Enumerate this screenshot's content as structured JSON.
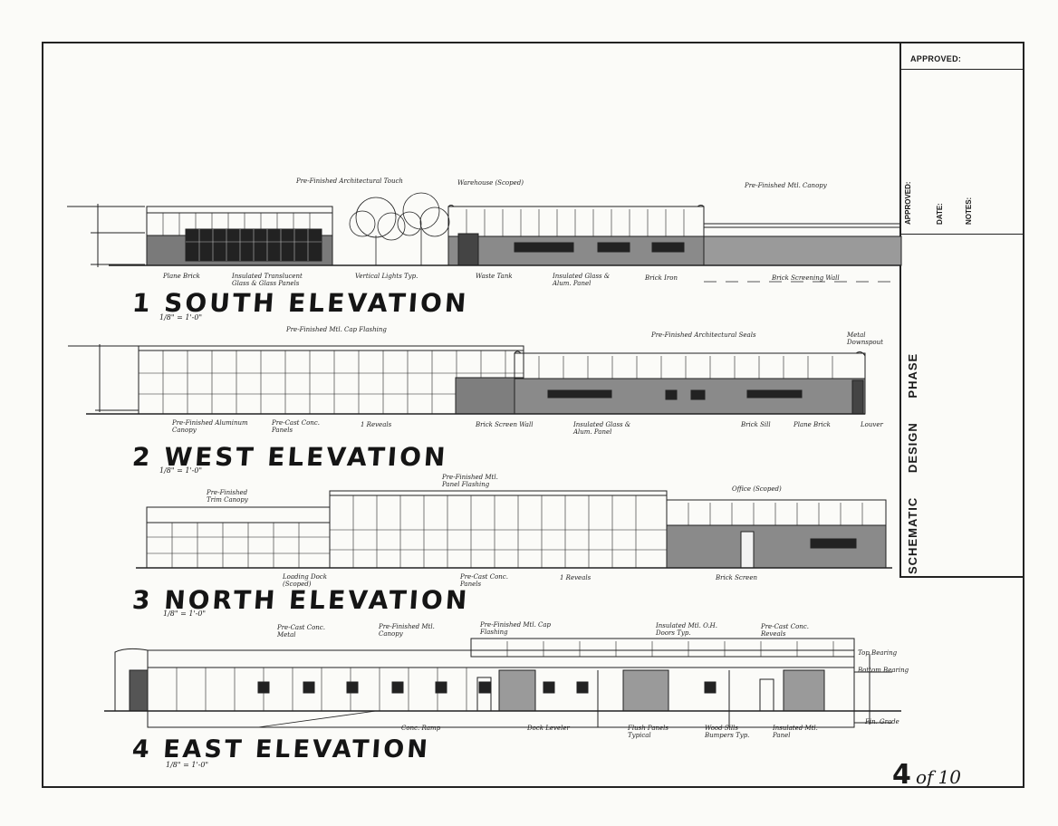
{
  "sheet": {
    "number": "4",
    "of_label": "of",
    "total": "10"
  },
  "title_block": {
    "approved_top": "APPROVED:",
    "approved_side": "APPROVED:",
    "date": "DATE:",
    "notes": "NOTES:",
    "phase_words": [
      "SCHEMATIC",
      "DESIGN",
      "PHASE"
    ]
  },
  "elevations": [
    {
      "title": "1 SOUTH ELEVATION",
      "scale": "1/8\" = 1'-0\"",
      "notes_above": [
        "Pre-Finished Architectural Touch",
        "Warehouse (Scoped)",
        "Pre-Finished Mtl. Canopy"
      ],
      "notes_below": [
        "Plane Brick",
        "Insulated Translucent Glass & Glass Panels",
        "Vertical Lights Typ.",
        "Waste Tank",
        "Insulated Glass & Alum. Panel",
        "Brick Iron",
        "Brick Screening Wall"
      ]
    },
    {
      "title": "2 WEST ELEVATION",
      "scale": "1/8\" = 1'-0\"",
      "notes_above": [
        "Pre-Finished Mtl. Cap Flashing",
        "Pre-Finished Architectural Seals",
        "Metal Downspout"
      ],
      "notes_below": [
        "Pre-Finished Aluminum Canopy",
        "Pre-Cast Conc. Panels",
        "1 Reveals",
        "Brick Screen Wall",
        "Insulated Glass & Alum. Panel",
        "Brick Sill",
        "Plane Brick",
        "Louver"
      ]
    },
    {
      "title": "3 NORTH ELEVATION",
      "scale": "1/8\" = 1'-0\"",
      "notes_above": [
        "Pre-Finished Trim Canopy",
        "Pre-Finished Mtl. Panel Flashing",
        "Office (Scoped)"
      ],
      "notes_below": [
        "Loading Dock (Scoped)",
        "Pre-Cast Conc. Panels",
        "1 Reveals",
        "Brick Screen"
      ]
    },
    {
      "title": "4 EAST ELEVATION",
      "scale": "1/8\" = 1'-0\"",
      "notes_above": [
        "Pre-Cast Conc. Metal",
        "Pre-Finished Mtl. Canopy",
        "Pre-Finished Mtl. Cap Flashing",
        "Insulated Mtl. O.H. Doors Typ.",
        "Pre-Cast Conc. Reveals"
      ],
      "notes_below": [
        "Conc. Ramp",
        "Dock Leveler",
        "Flush Panels Typical",
        "Wood Sills Bumpers Typ.",
        "Insulated Mtl. Panel"
      ],
      "right_notes": [
        "Top Bearing",
        "Bottom Bearing",
        "Fin. Grade"
      ]
    }
  ]
}
